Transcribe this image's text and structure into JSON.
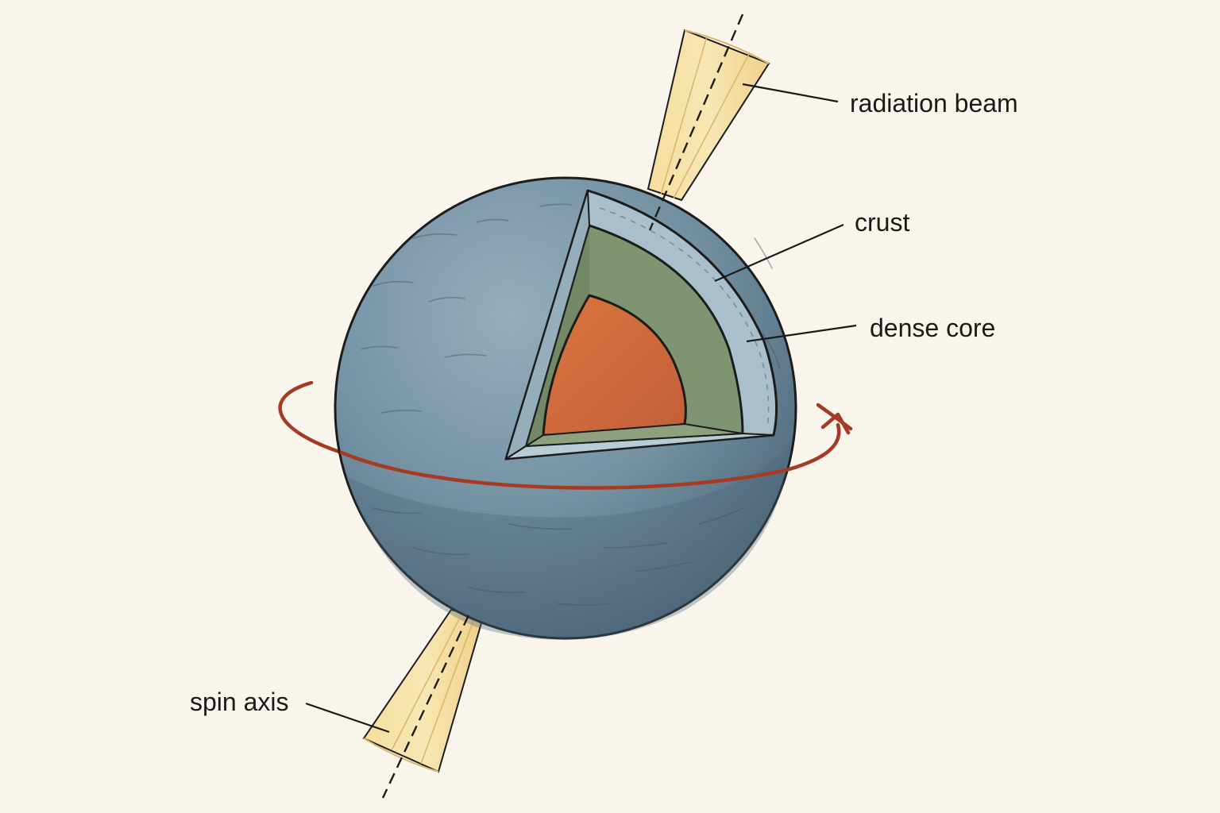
{
  "labels": {
    "radiation_beam": "radiation beam",
    "crust": "crust",
    "dense_core": "dense core",
    "spin_axis": "spin axis"
  },
  "colors": {
    "background": "#faf5ec",
    "sphere": "#7d98aa",
    "sphere_shadow": "#4f6a7c",
    "crust": "#a9c0cc",
    "mantle": "#7f9470",
    "core": "#cf6a3e",
    "beam": "#f2d896",
    "rotation_arrow": "#a63b24"
  }
}
